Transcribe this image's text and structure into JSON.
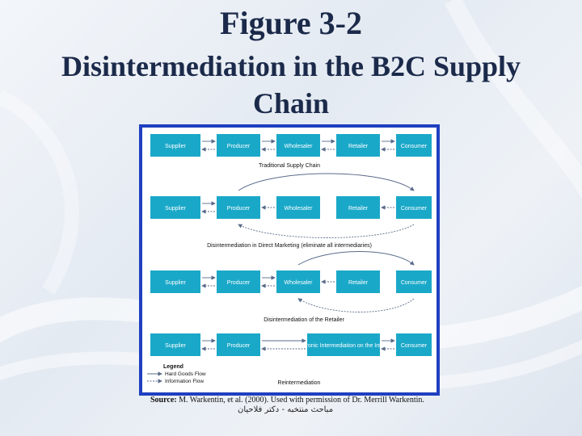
{
  "slide": {
    "title_main": "Figure 3-2",
    "title_sub_1": "Disintermediation in the B2C Supply",
    "title_sub_2": "Chain"
  },
  "diagram": {
    "rows": [
      {
        "boxes": [
          "Supplier",
          "Producer",
          "Wholesaler",
          "Retailer",
          "Consumer"
        ],
        "caption": "Traditional Supply Chain"
      },
      {
        "boxes": [
          "Supplier",
          "Producer",
          "Wholesaler",
          "Retailer",
          "Consumer"
        ],
        "caption": "Disintermediation in Direct Marketing (eliminate all intermediaries)"
      },
      {
        "boxes": [
          "Supplier",
          "Producer",
          "Wholesaler",
          "Retailer",
          "Consumer"
        ],
        "caption": "Disintermediation of the Retailer"
      },
      {
        "boxes": [
          "Supplier",
          "Producer",
          "Electronic Intermediation on the Internet",
          "Consumer"
        ],
        "caption": "Reintermediation"
      }
    ],
    "legend": {
      "title": "Legend",
      "hard_goods": "Hard Goods Flow",
      "information": "Information Flow"
    },
    "colors": {
      "frame": "#1f3fbf",
      "box": "#1aa8c8",
      "arrow": "#5a6b8a"
    }
  },
  "source": {
    "label": "Source:",
    "text": "M. Warkentin, et al. (2000). Used with permission of Dr. Merrill Warkentin."
  },
  "footer": {
    "text": "مباحث منتخبه - دكتر فلاحيان"
  }
}
